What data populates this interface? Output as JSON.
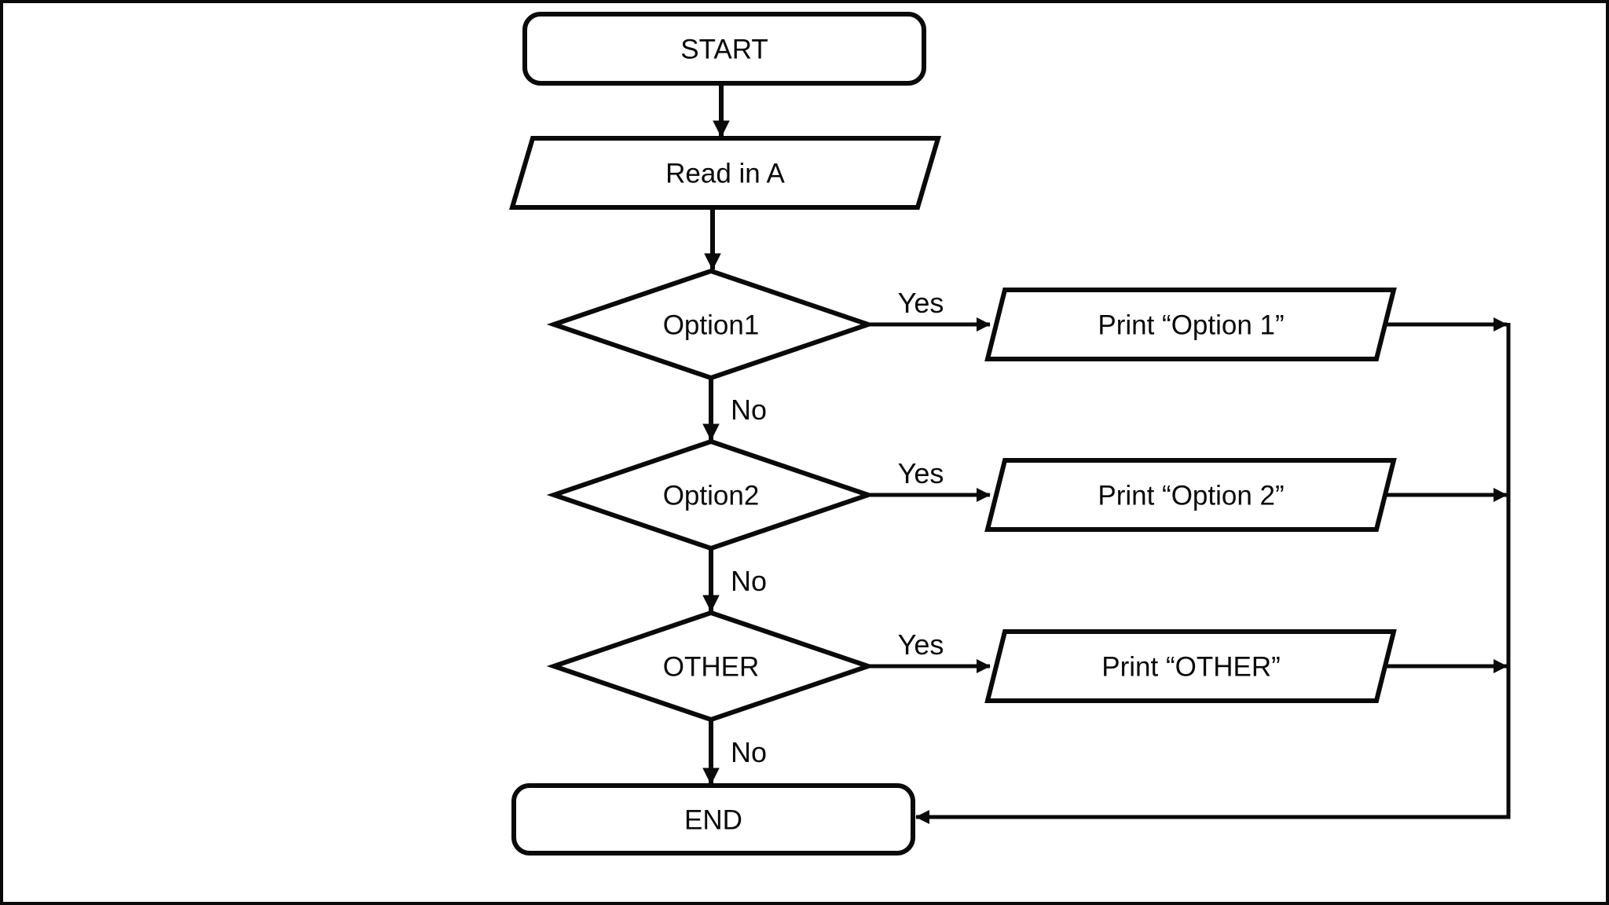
{
  "diagram": {
    "type": "flowchart",
    "background": "#ffffff",
    "stroke": "#0a0a0a",
    "nodes": {
      "start": {
        "shape": "terminator",
        "label": "START"
      },
      "read_a": {
        "shape": "io-parallelogram",
        "label": "Read in A"
      },
      "option1": {
        "shape": "decision",
        "label": "Option1"
      },
      "print_option1": {
        "shape": "io-parallelogram",
        "label": "Print “Option 1”"
      },
      "option2": {
        "shape": "decision",
        "label": "Option2"
      },
      "print_option2": {
        "shape": "io-parallelogram",
        "label": "Print “Option 2”"
      },
      "other": {
        "shape": "decision",
        "label": "OTHER"
      },
      "print_other": {
        "shape": "io-parallelogram",
        "label": "Print “OTHER”"
      },
      "end": {
        "shape": "terminator",
        "label": "END"
      }
    },
    "edges": [
      {
        "from": "start",
        "to": "read_a",
        "label": ""
      },
      {
        "from": "read_a",
        "to": "option1",
        "label": ""
      },
      {
        "from": "option1",
        "to": "print_option1",
        "label": "Yes"
      },
      {
        "from": "option1",
        "to": "option2",
        "label": "No"
      },
      {
        "from": "option2",
        "to": "print_option2",
        "label": "Yes"
      },
      {
        "from": "option2",
        "to": "other",
        "label": "No"
      },
      {
        "from": "other",
        "to": "print_other",
        "label": "Yes"
      },
      {
        "from": "other",
        "to": "end",
        "label": "No"
      },
      {
        "from": "print_option1",
        "to": "end",
        "label": ""
      },
      {
        "from": "print_option2",
        "to": "end",
        "label": ""
      },
      {
        "from": "print_other",
        "to": "end",
        "label": ""
      }
    ]
  }
}
